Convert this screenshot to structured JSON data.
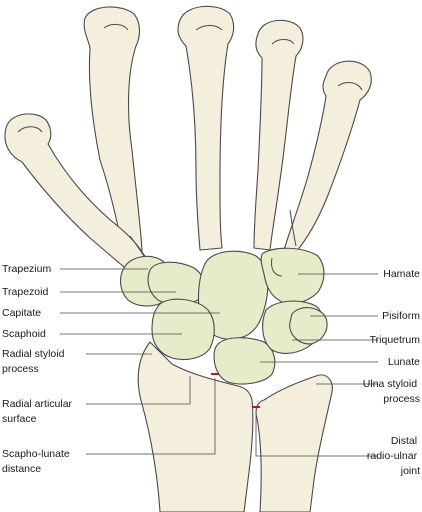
{
  "labels": {
    "trapezium": "Trapezium",
    "trapezoid": "Trapezoid",
    "capitate": "Capitate",
    "scaphoid": "Scaphoid",
    "radial_styloid": [
      "Radial styloid",
      "process"
    ],
    "radial_articular": [
      "Radial articular",
      "surface"
    ],
    "scapho_lunate": [
      "Scapho-lunate",
      "distance"
    ],
    "hamate": "Hamate",
    "pisiform": "Pisiform",
    "triquetrum": "Triquetrum",
    "lunate": "Lunate",
    "ulna_styloid": [
      "Ulna styloid",
      "process"
    ],
    "druj": [
      "Distal",
      "radio-ulnar",
      "joint"
    ]
  },
  "colors": {
    "bone_fill": "#f3efdc",
    "carpal_fill": "#e7ebc9",
    "outline": "#4a4a4a",
    "measurement_marker": "#c8102e"
  }
}
